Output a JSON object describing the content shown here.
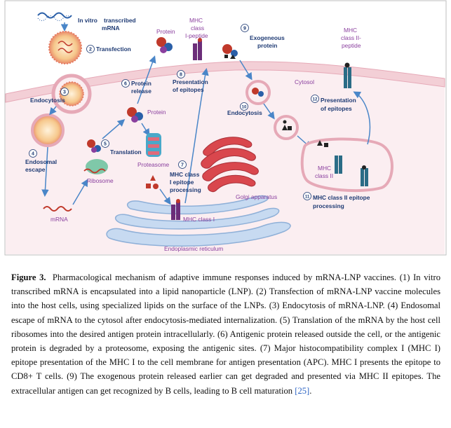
{
  "figure": {
    "labels": {
      "ivt_line1": "In vitro",
      "ivt_line2": "transcribed",
      "ivt_line3": "mRNA",
      "transfection": "Transfection",
      "endocytosis": "Endocytosis",
      "endosomal_line1": "Endosomal",
      "endosomal_line2": "escape",
      "mrna": "mRNA",
      "ribosome": "Ribosome",
      "translation": "Translation",
      "protein_release_line1": "Protein",
      "protein_release_line2": "release",
      "protein_top": "Protein",
      "protein_cyto": "Protein",
      "proteasome": "Proteasome",
      "mhc1_proc_line1": "MHC class",
      "mhc1_proc_line2": "I epitope",
      "mhc1_proc_line3": "processing",
      "mhc1_pep_line1": "MHC",
      "mhc1_pep_line2": "class",
      "mhc1_pep_line3": "I-peptide",
      "pres_epi_line1": "Presentation",
      "pres_epi_line2": "of epitopes",
      "golgi": "Golgi apparatus",
      "mhc_class_i": "MHC class I",
      "er": "Endoplasmic reticulum",
      "exo_line1": "Exogeneous",
      "exo_line2": "protein",
      "cytosol": "Cytosol",
      "endocytosis2": "Endocytosis",
      "mhc2_pep_line1": "MHC",
      "mhc2_pep_line2": "class II-",
      "mhc2_pep_line3": "peptide",
      "pres_epi2_line1": "Presentation",
      "pres_epi2_line2": "of epitopes",
      "mhc_class_ii_line1": "MHC",
      "mhc_class_ii_line2": "class II",
      "mhc2_proc_line1": "MHC class II epitope",
      "mhc2_proc_line2": "processing"
    },
    "steps": {
      "s2": "2",
      "s3": "3",
      "s4": "4",
      "s5": "5",
      "s6": "6",
      "s7": "7",
      "s8": "8",
      "s9": "9",
      "s10": "10",
      "s11": "11",
      "s12": "12"
    },
    "colors": {
      "cell_membrane": "#f3cfd6",
      "cytosol": "#fbeef1",
      "er": "#c7daf1",
      "golgi": "#d9474d",
      "arrow": "#4a86c8",
      "label": "#1f3b74",
      "purple": "#8a3f9e",
      "mhc1": "#6b2d79",
      "mhc2": "#2a6c86"
    }
  },
  "caption": {
    "heading": "Figure 3.",
    "body": "Pharmacological mechanism of adaptive immune responses induced by mRNA-LNP vaccines. (1) In vitro transcribed mRNA is encapsulated into a lipid nanoparticle (LNP). (2) Transfection of mRNA-LNP vaccine molecules into the host cells, using specialized lipids on the surface of the LNPs. (3) Endocytosis of mRNA-LNP. (4) Endosomal escape of mRNA to the cytosol after endocytosis-mediated internalization. (5) Translation of the mRNA by the host cell ribosomes into the desired antigen protein intracellularly. (6) Antigenic protein released outside the cell, or the antigenic protein is degraded by a proteosome, exposing the antigenic sites. (7) Major histocompatibility complex I (MHC I) epitope presentation of the MHC I to the cell membrane for antigen presentation (APC). MHC I presents the epitope to CD8+ T cells. (9) The exogenous protein released earlier can get degraded and presented via MHC II epitopes. The extracellular antigen can get recognized by B cells, leading to B cell maturation",
    "citation": "[25]",
    "end": "."
  }
}
